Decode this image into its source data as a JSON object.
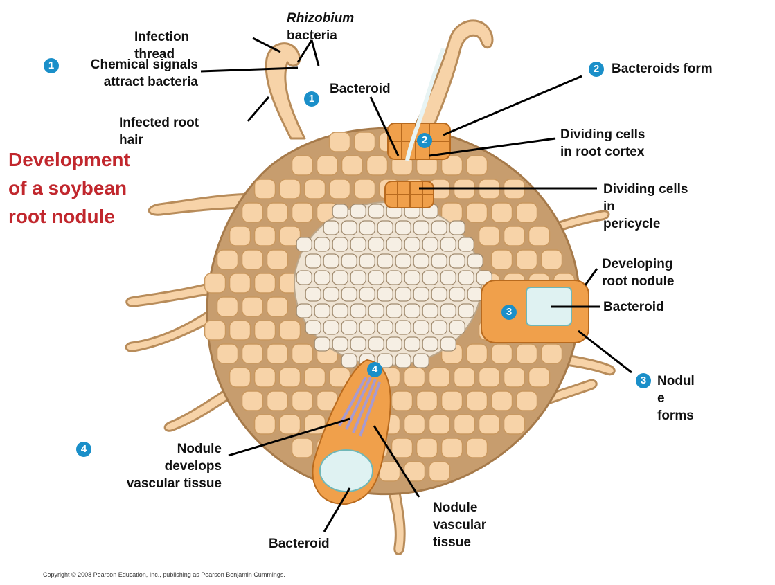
{
  "title": "Development\nof a soybean\nroot nodule",
  "labels": {
    "infection_thread": "Infection\nthread",
    "rhizobium": "Rhizobium",
    "bacteria": "bacteria",
    "chemical_signals": "Chemical signals\nattract bacteria",
    "infected_root_hair": "Infected root\nhair",
    "bacteroid_top": "Bacteroid",
    "bacteroids_form": "Bacteroids form",
    "dividing_cortex": "Dividing cells\nin root cortex",
    "dividing_pericycle": "Dividing cells\nin\npericycle",
    "developing_nodule": "Developing\nroot nodule",
    "bacteroid_right": "Bacteroid",
    "nodule_forms": "Nodul\ne\nforms",
    "nodule_develops": "Nodule\ndevelops\nvascular tissue",
    "nodule_vascular": "Nodule\nvascular\ntissue",
    "bacteroid_bottom": "Bacteroid"
  },
  "badges": {
    "step1": "1",
    "step2": "2",
    "step3": "3",
    "step4": "4"
  },
  "copyright": "Copyright © 2008 Pearson Education, Inc., publishing as Pearson Benjamin Cummings.",
  "colors": {
    "title": "#c1272d",
    "badge": "#1a8fc9",
    "cell_fill": "#f7d3a8",
    "cell_stroke": "#c9985f",
    "tissue_bg": "#c79d6e",
    "dividing_cells": "#f0a04b",
    "vascular": "#a79ad0",
    "bacteroid_cell": "#dff2f2",
    "core": "#efe4d4"
  }
}
